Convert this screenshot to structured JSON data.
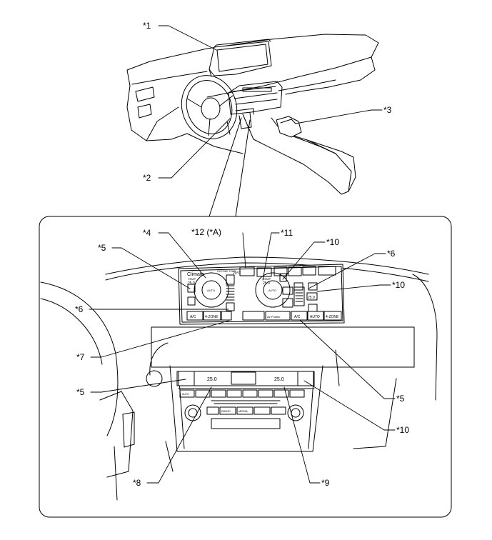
{
  "callouts": {
    "c1": "*1",
    "c2": "*2",
    "c3": "*3",
    "c4": "*4",
    "c5_left_top": "*5",
    "c6_left": "*6",
    "c7": "*7",
    "c5_left_bottom": "*5",
    "c8": "*8",
    "c12": "*12 (*A)",
    "c11": "*11",
    "c10_top": "*10",
    "c6_right": "*6",
    "c10_mid": "*10",
    "c5_right": "*5",
    "c10_bottom": "*10",
    "c9": "*9"
  },
  "screen": {
    "title": "Climate",
    "outside_temp_label": "OUTSIDE TEMP",
    "outside_temp_value": "20°C",
    "temp_label_left": "TEMP",
    "temp_label_right": "TEMP",
    "temp_left": "25.0",
    "temp_right": "25.0",
    "rear_temp": "25.0",
    "auto_left": "AUTO",
    "auto_right": "AUTO",
    "ac_left": "A/C",
    "four_zone_left": "4-ZONE",
    "air_purifier": "Air Purifier",
    "ac_right": "A/C",
    "auto_rear": "AUTO",
    "four_zone_right": "4-ZONE"
  },
  "panel": {
    "temp_left": "25.0",
    "temp_right": "25.0",
    "auto": "AUTO",
    "radio": "RADIO",
    "media": "MEDIA"
  }
}
